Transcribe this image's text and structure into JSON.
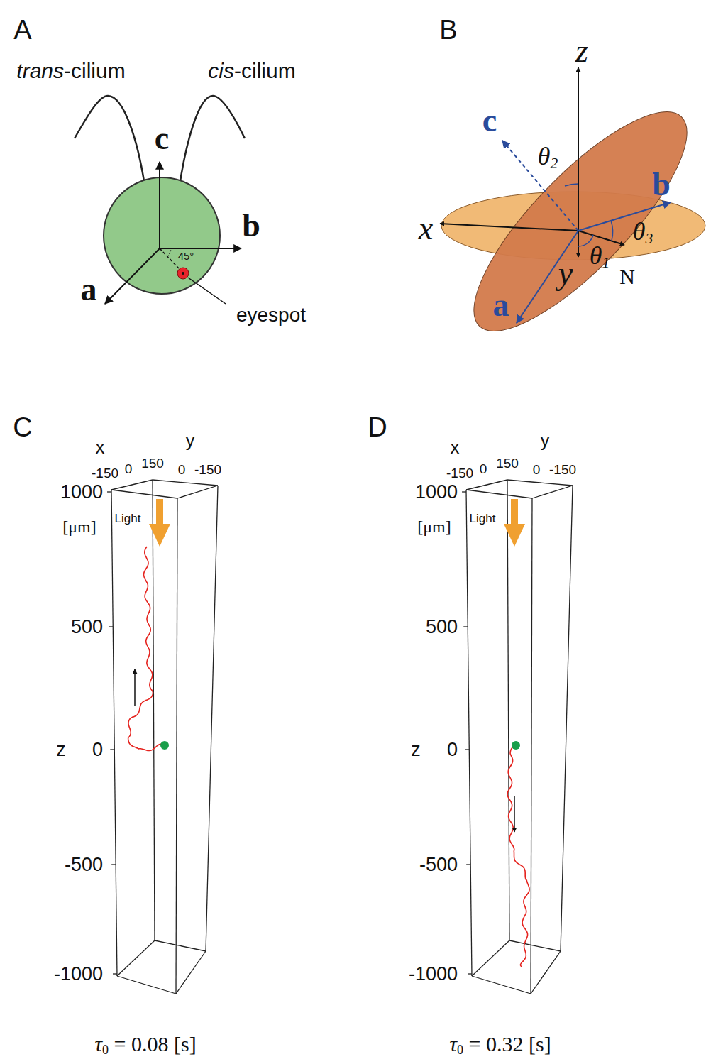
{
  "diagram": {
    "labels": [
      "A",
      "trans-cilium",
      "cis-cilium",
      "c",
      "b",
      "a",
      "45°",
      "eyespot",
      "B",
      "z",
      "c",
      "θ2",
      "b",
      "x",
      "θ3",
      "y",
      "θ1",
      "N",
      "a",
      "C",
      "x",
      "y",
      "-150",
      "0",
      "150",
      "0",
      "-150",
      "1000",
      "[μm]",
      "Light",
      "500",
      "z",
      "0",
      "-500",
      "-1000",
      "τ0 = 0.08 [s]",
      "D",
      "x",
      "y",
      "-150",
      "0",
      "150",
      "0",
      "-150",
      "1000",
      "[μm]",
      "Light",
      "500",
      "z",
      "0",
      "-500",
      "-1000",
      "τ0 = 0.32 [s]"
    ]
  }
}
